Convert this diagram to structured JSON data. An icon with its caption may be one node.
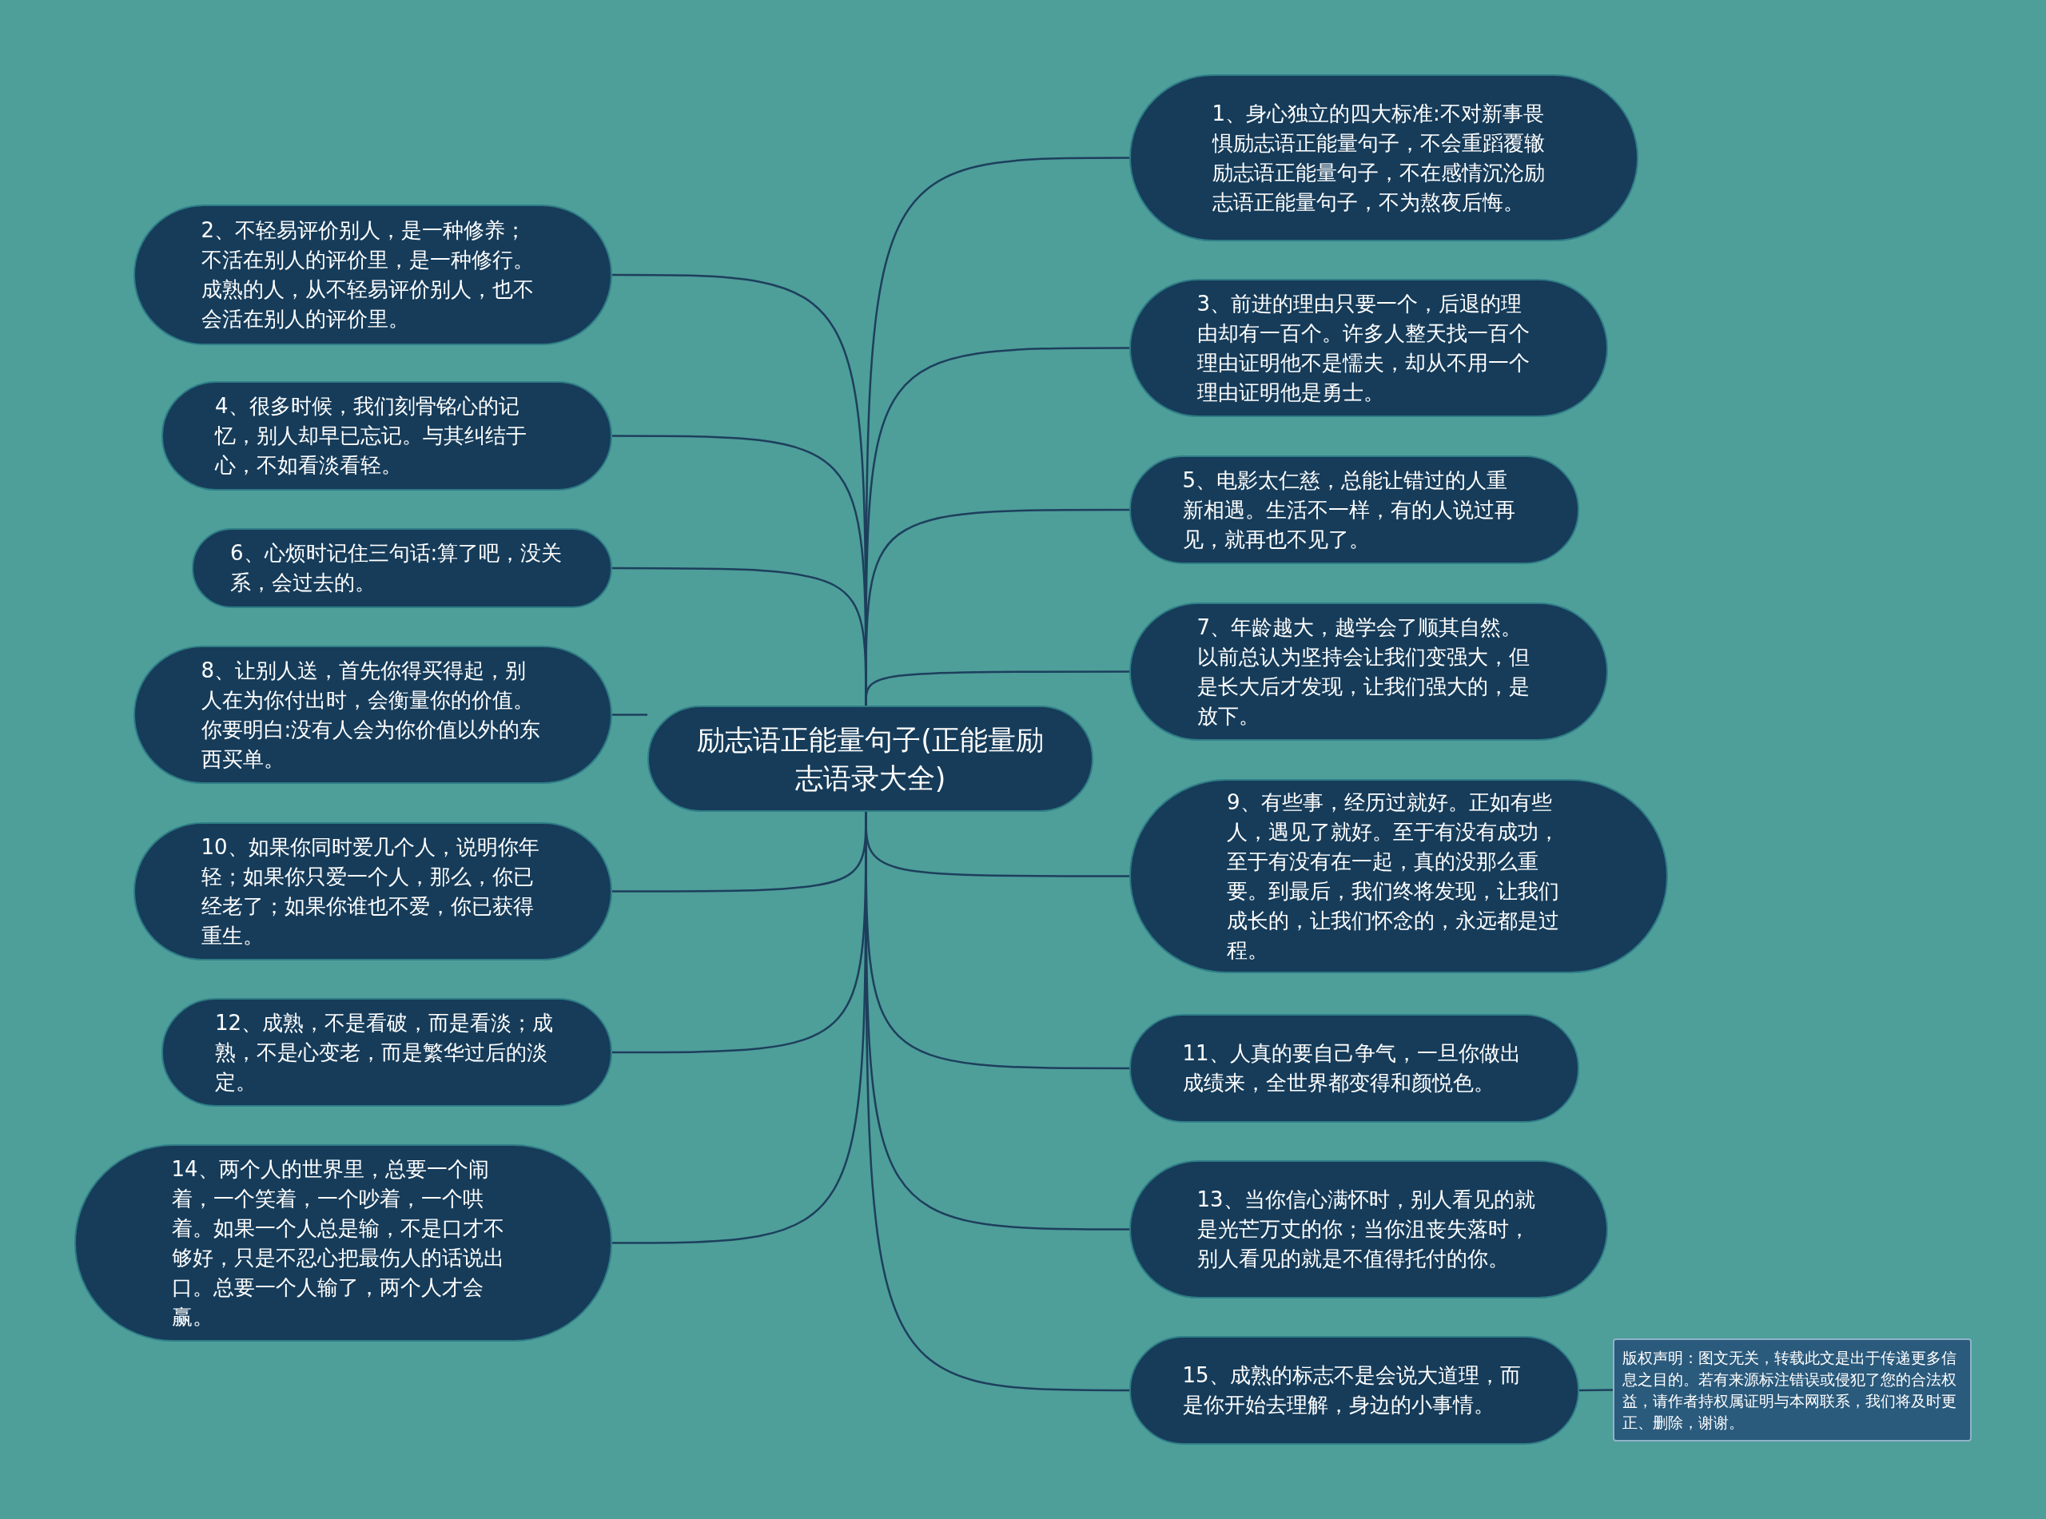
{
  "diagram": {
    "nodes": [
      {
        "text": [
          "励志语正能量句子(正能量励志语录大全)"
        ]
      },
      {
        "text": [
          "1、身心独立的四大标准:不对新事畏惧励志语正能量句子，不会重蹈覆辙励志语正能量句子，不在感情沉沦励志语正能量句子，不为熬夜后悔。"
        ]
      },
      {
        "text": [
          "2、不轻易评价别人，是一种修养；不活在别人的评价里，是一种修行。成熟的人，从不轻易评价别人，也不会活在别人的评价里。"
        ]
      },
      {
        "text": [
          "3、前进的理由只要一个，后退的理由却有一百个。许多人整天找一百个理由证明他不是懦夫，却从不用一个理由证明他是勇士。"
        ]
      },
      {
        "text": [
          "4、很多时候，我们刻骨铭心的记忆，别人却早已忘记。与其纠结于心，不如看淡看轻。"
        ]
      },
      {
        "text": [
          "5、电影太仁慈，总能让错过的人重新相遇。生活不一样，有的人说过再见，就再也不见了。"
        ]
      },
      {
        "text": [
          "6、心烦时记住三句话:算了吧，没关系，会过去的。"
        ]
      },
      {
        "text": [
          "7、年龄越大，越学会了顺其自然。以前总认为坚持会让我们变强大，但是长大后才发现，让我们强大的，是放下。"
        ]
      },
      {
        "text": [
          "8、让别人送，首先你得买得起，别人在为你付出时，会衡量你的价值。你要明白:没有人会为你价值以外的东西买单。"
        ]
      },
      {
        "text": [
          "9、有些事，经历过就好。正如有些人，遇见了就好。至于有没有成功，至于有没有在一起，真的没那么重要。到最后，我们终将发现，让我们成长的，让我们怀念的，永远都是过程。"
        ]
      },
      {
        "text": [
          "10、如果你同时爱几个人，说明你年轻；如果你只爱一个人，那么，你已经老了；如果你谁也不爱，你已获得重生。"
        ]
      },
      {
        "text": [
          "11、人真的要自己争气，一旦你做出成绩来，全世界都变得和颜悦色。"
        ]
      },
      {
        "text": [
          "12、成熟，不是看破，而是看淡；成熟，不是心变老，而是繁华过后的淡定。"
        ]
      },
      {
        "text": [
          "13、当你信心满怀时，别人看见的就是光芒万丈的你；当你沮丧失落时，别人看见的就是不值得托付的你。"
        ]
      },
      {
        "text": [
          "14、两个人的世界里，总要一个闹着，一个笑着，一个吵着，一个哄着。如果一个人总是输，不是口才不够好，只是不忍心把最伤人的话说出口。总要一个人输了，两个人才会赢。"
        ]
      },
      {
        "text": [
          "15、成熟的标志不是会说大道理，而是你开始去理解，身边的小事情。"
        ]
      },
      {
        "text": [
          "版权声明：图文无关，转载此文是出于传递更多信息之目的。若有来源标注错误或侵犯了您的合法权益，请作者持权属证明与本网联系，我们将及时更正、删除，谢谢。"
        ]
      }
    ],
    "edges": [
      {
        "from": 0,
        "to": 1,
        "arrow": "none"
      },
      {
        "from": 0,
        "to": 2,
        "arrow": "none"
      },
      {
        "from": 0,
        "to": 3,
        "arrow": "none"
      },
      {
        "from": 0,
        "to": 4,
        "arrow": "none"
      },
      {
        "from": 0,
        "to": 5,
        "arrow": "none"
      },
      {
        "from": 0,
        "to": 6,
        "arrow": "none"
      },
      {
        "from": 0,
        "to": 7,
        "arrow": "none"
      },
      {
        "from": 0,
        "to": 8,
        "arrow": "none"
      },
      {
        "from": 0,
        "to": 9,
        "arrow": "none"
      },
      {
        "from": 0,
        "to": 10,
        "arrow": "none"
      },
      {
        "from": 0,
        "to": 11,
        "arrow": "none"
      },
      {
        "from": 0,
        "to": 12,
        "arrow": "none"
      },
      {
        "from": 0,
        "to": 13,
        "arrow": "none"
      },
      {
        "from": 0,
        "to": 14,
        "arrow": "none"
      },
      {
        "from": 0,
        "to": 15,
        "arrow": "none"
      },
      {
        "from": 15,
        "to": 16,
        "arrow": "none"
      }
    ]
  }
}
